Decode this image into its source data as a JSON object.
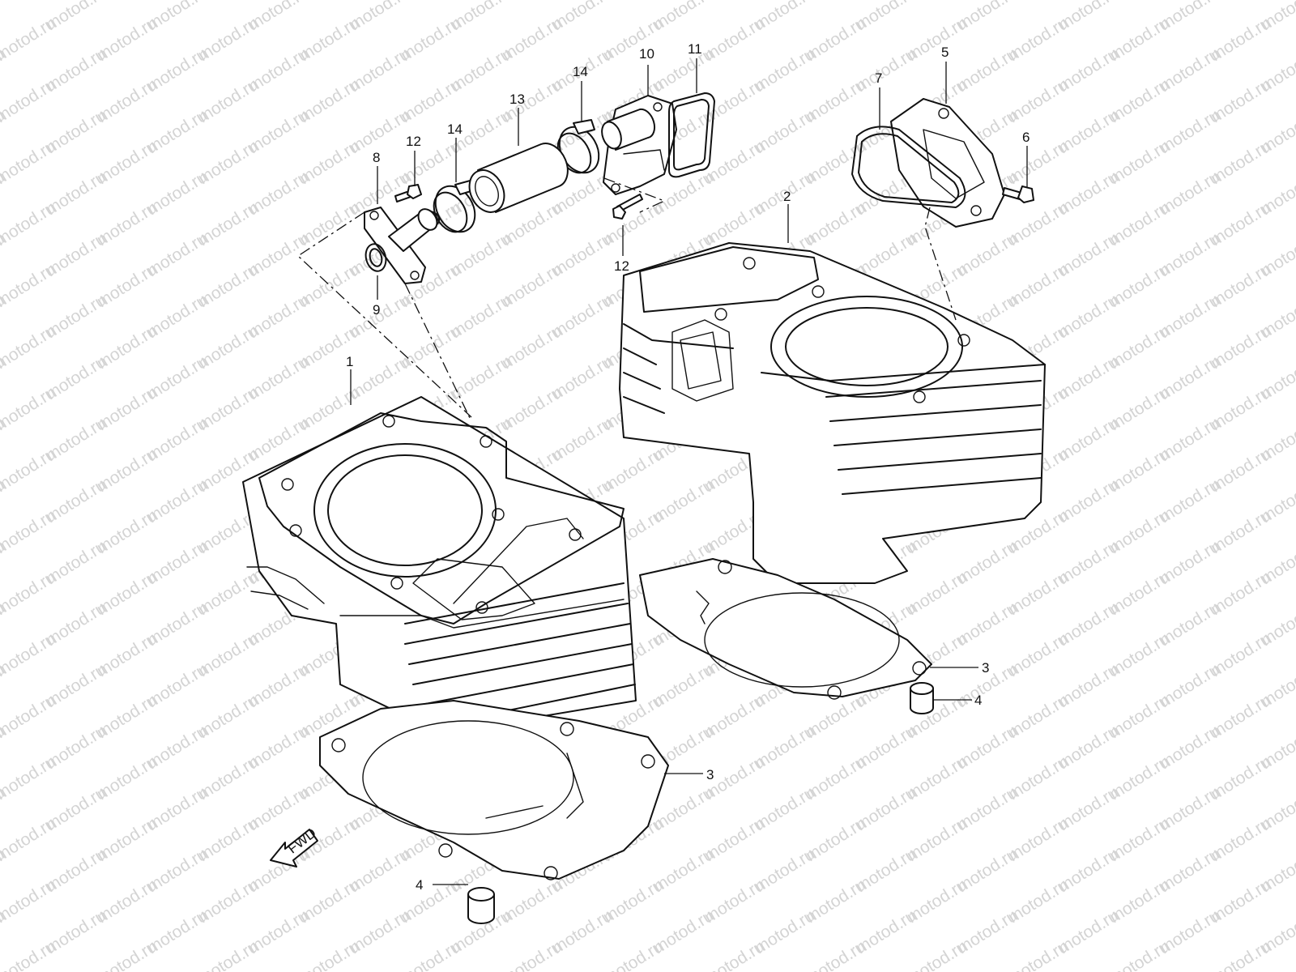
{
  "watermark": {
    "text": "motod.ru",
    "color": "#d4d4d4"
  },
  "fwd_label": "FWD",
  "callouts": [
    {
      "id": "c1",
      "label": "1"
    },
    {
      "id": "c2",
      "label": "2"
    },
    {
      "id": "c3a",
      "label": "3"
    },
    {
      "id": "c3b",
      "label": "3"
    },
    {
      "id": "c4a",
      "label": "4"
    },
    {
      "id": "c4b",
      "label": "4"
    },
    {
      "id": "c5",
      "label": "5"
    },
    {
      "id": "c6",
      "label": "6"
    },
    {
      "id": "c7",
      "label": "7"
    },
    {
      "id": "c8",
      "label": "8"
    },
    {
      "id": "c9",
      "label": "9"
    },
    {
      "id": "c10",
      "label": "10"
    },
    {
      "id": "c11",
      "label": "11"
    },
    {
      "id": "c12a",
      "label": "12"
    },
    {
      "id": "c12b",
      "label": "12"
    },
    {
      "id": "c13",
      "label": "13"
    },
    {
      "id": "c14a",
      "label": "14"
    },
    {
      "id": "c14b",
      "label": "14"
    }
  ]
}
